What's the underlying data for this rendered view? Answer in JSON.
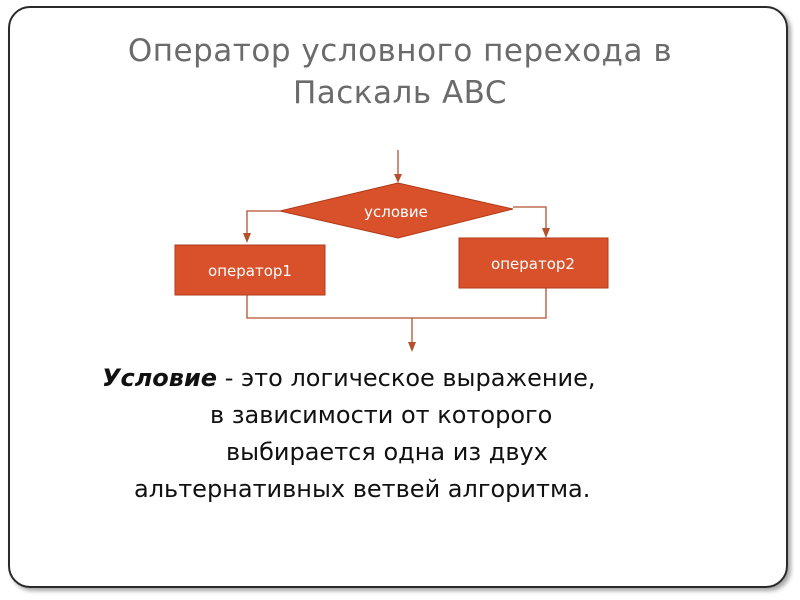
{
  "slide": {
    "title": "Оператор условного перехода в Паскаль ABC"
  },
  "flowchart": {
    "condition_label": "условие",
    "operator1_label": "оператор1",
    "operator2_label": "оператор2",
    "colors": {
      "shape_fill": "#d8512b",
      "shape_stroke": "#b03a1a",
      "line": "#b5502e",
      "text": "#ffffff"
    }
  },
  "definition": {
    "term": "Условие",
    "line1_rest": " - это логическое выражение,",
    "line2": "в зависимости от которого",
    "line3": "выбирается одна из двух",
    "line4": "альтернативных ветвей алгоритма."
  }
}
